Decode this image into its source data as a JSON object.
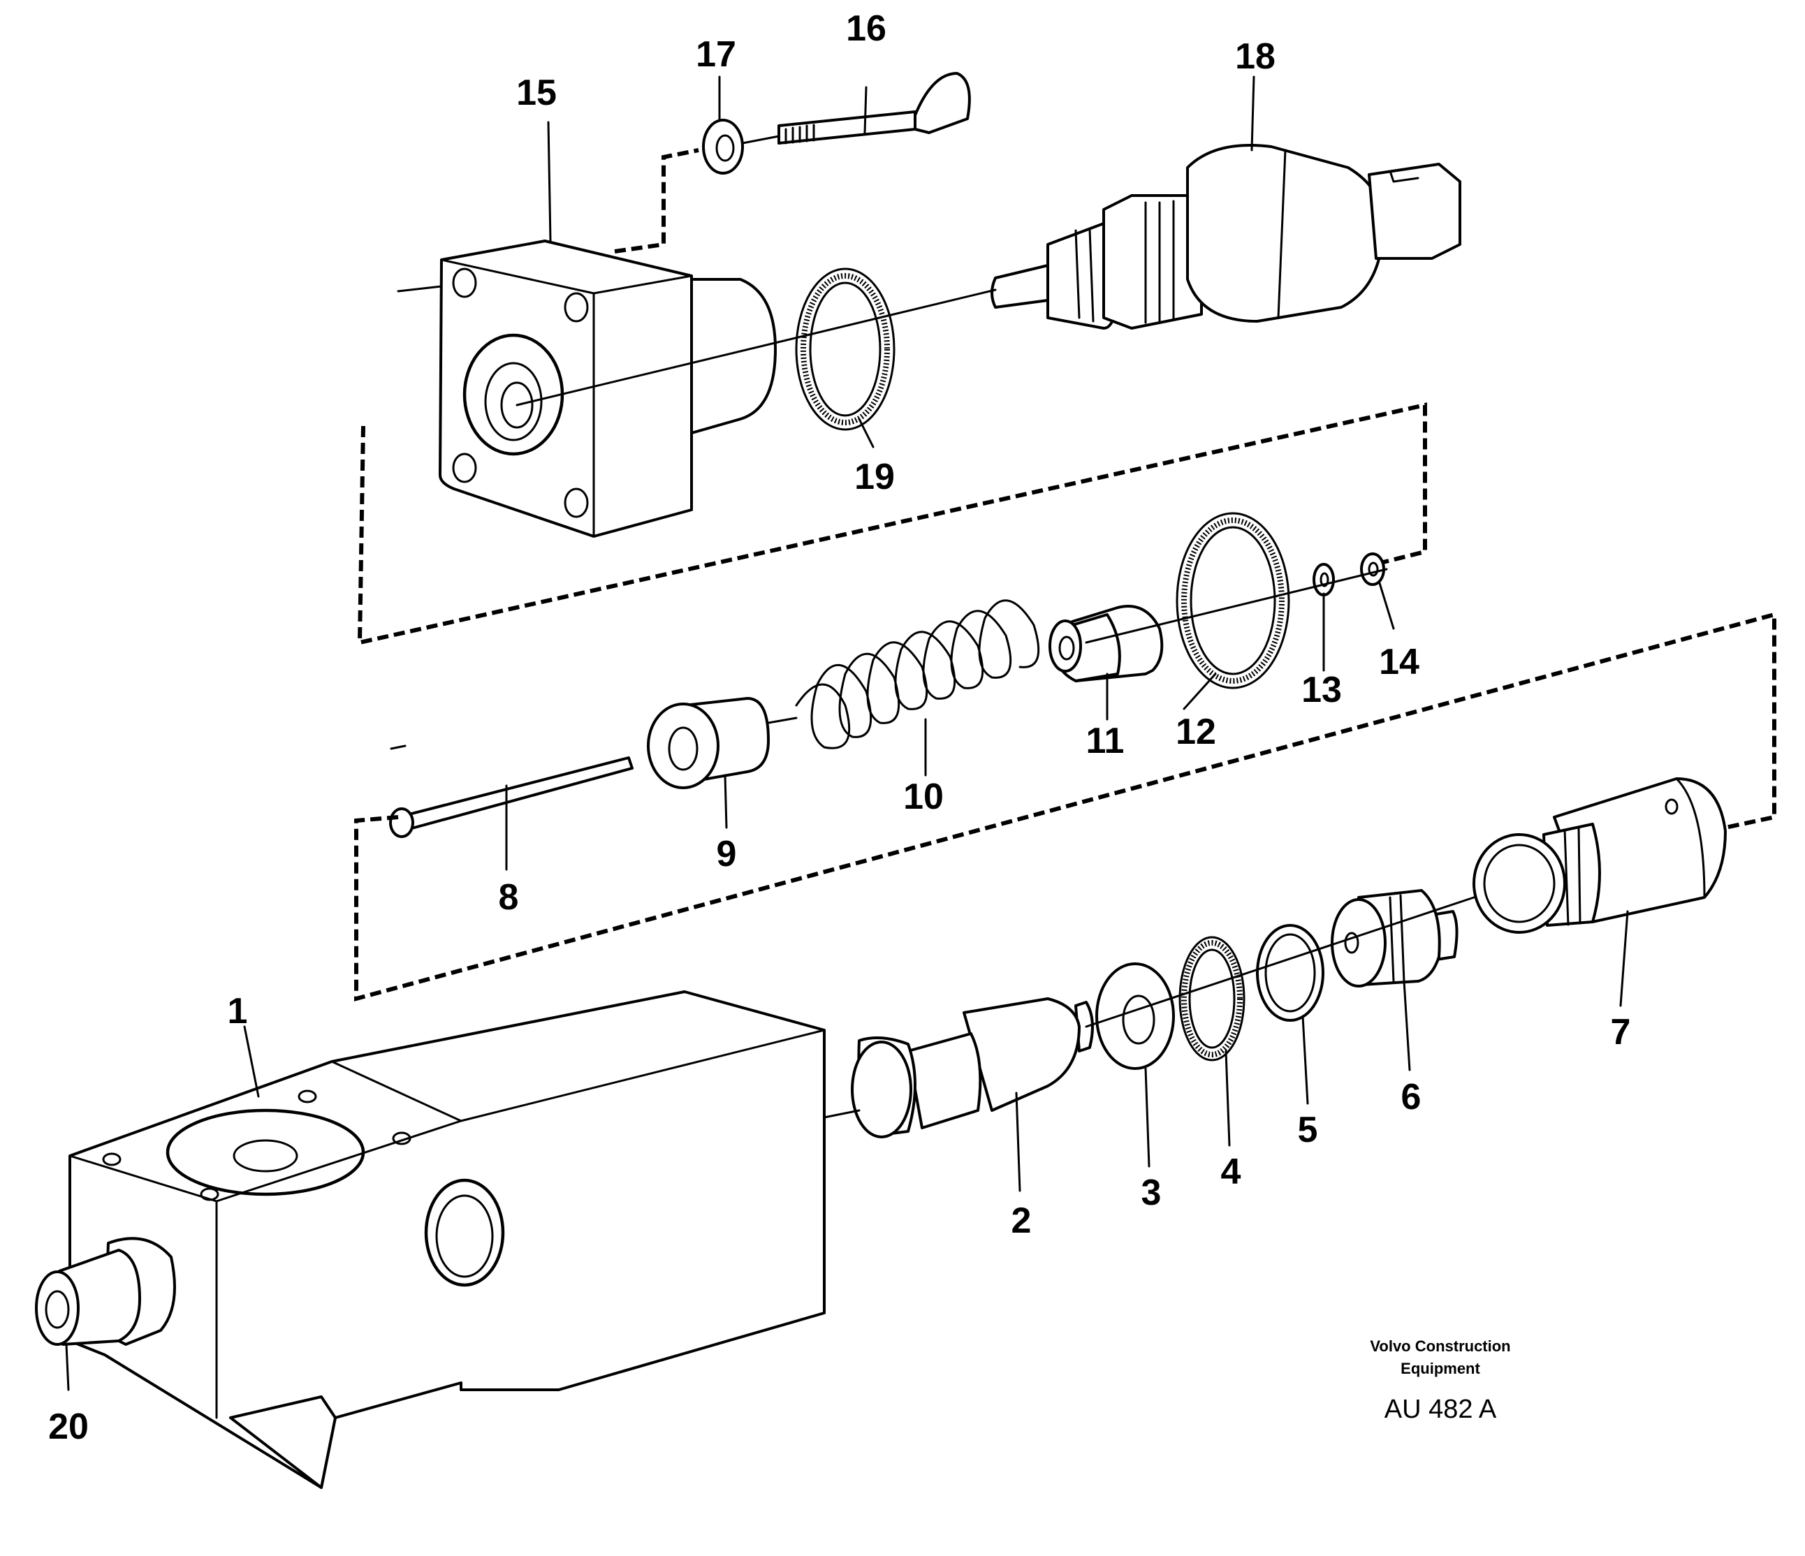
{
  "callouts": {
    "n1": "1",
    "n2": "2",
    "n3": "3",
    "n4": "4",
    "n5": "5",
    "n6": "6",
    "n7": "7",
    "n8": "8",
    "n9": "9",
    "n10": "10",
    "n11": "11",
    "n12": "12",
    "n13": "13",
    "n14": "14",
    "n15": "15",
    "n16": "16",
    "n17": "17",
    "n18": "18",
    "n19": "19",
    "n20": "20"
  },
  "credit": {
    "line1": "Volvo Construction",
    "line2": "Equipment",
    "code": "AU 482 A"
  }
}
